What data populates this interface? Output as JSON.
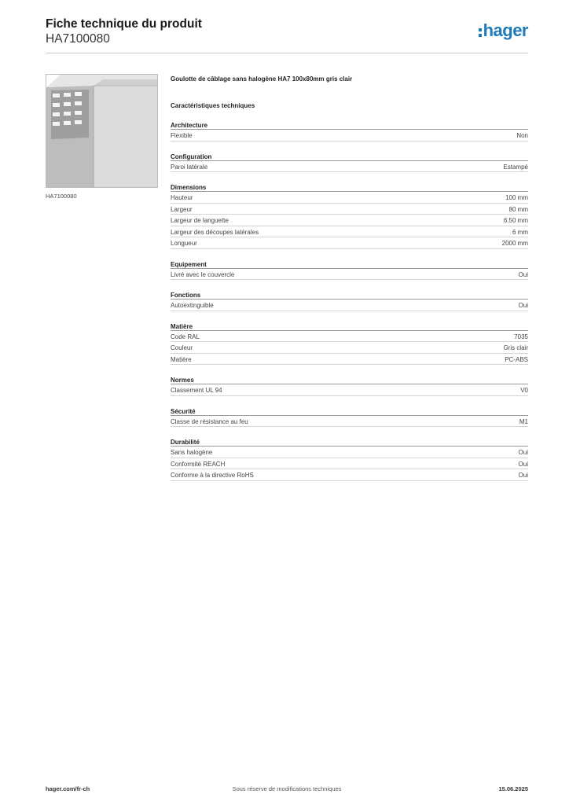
{
  "header": {
    "title": "Fiche technique du produit",
    "subtitle": "HA7100080",
    "logo_text": "hager",
    "brand_color": "#1f7ab8"
  },
  "image": {
    "caption": "HA7100080"
  },
  "product": {
    "title": "Goulotte de câblage sans halogène HA7 100x80mm gris clair",
    "specs_heading": "Caractéristiques techniques"
  },
  "groups": [
    {
      "title": "Architecture",
      "rows": [
        {
          "label": "Flexible",
          "value": "Non"
        }
      ]
    },
    {
      "title": "Configuration",
      "rows": [
        {
          "label": "Paroi latérale",
          "value": "Estampé"
        }
      ]
    },
    {
      "title": "Dimensions",
      "rows": [
        {
          "label": "Hauteur",
          "value": "100 mm"
        },
        {
          "label": "Largeur",
          "value": "80 mm"
        },
        {
          "label": "Largeur de languette",
          "value": "6.50 mm"
        },
        {
          "label": "Largeur des découpes latérales",
          "value": "6 mm"
        },
        {
          "label": "Longueur",
          "value": "2000 mm"
        }
      ]
    },
    {
      "title": "Equipement",
      "rows": [
        {
          "label": "Livré avec le couvercle",
          "value": "Oui"
        }
      ]
    },
    {
      "title": "Fonctions",
      "rows": [
        {
          "label": "Autoextinguible",
          "value": "Oui"
        }
      ]
    },
    {
      "title": "Matière",
      "rows": [
        {
          "label": "Code RAL",
          "value": "7035"
        },
        {
          "label": "Couleur",
          "value": "Gris clair"
        },
        {
          "label": "Matière",
          "value": "PC-ABS"
        }
      ]
    },
    {
      "title": "Normes",
      "rows": [
        {
          "label": "Classement UL 94",
          "value": "V0"
        }
      ]
    },
    {
      "title": "Sécurité",
      "rows": [
        {
          "label": "Classe de résistance au feu",
          "value": "M1"
        }
      ]
    },
    {
      "title": "Durabilité",
      "rows": [
        {
          "label": "Sans halogène",
          "value": "Oui"
        },
        {
          "label": "Conformité REACH",
          "value": "Oui"
        },
        {
          "label": "Conforme à la directive RoHS",
          "value": "Oui"
        }
      ]
    }
  ],
  "footer": {
    "website": "hager.com/fr-ch",
    "disclaimer": "Sous réserve de modifications techniques",
    "date": "15.06.2025"
  }
}
